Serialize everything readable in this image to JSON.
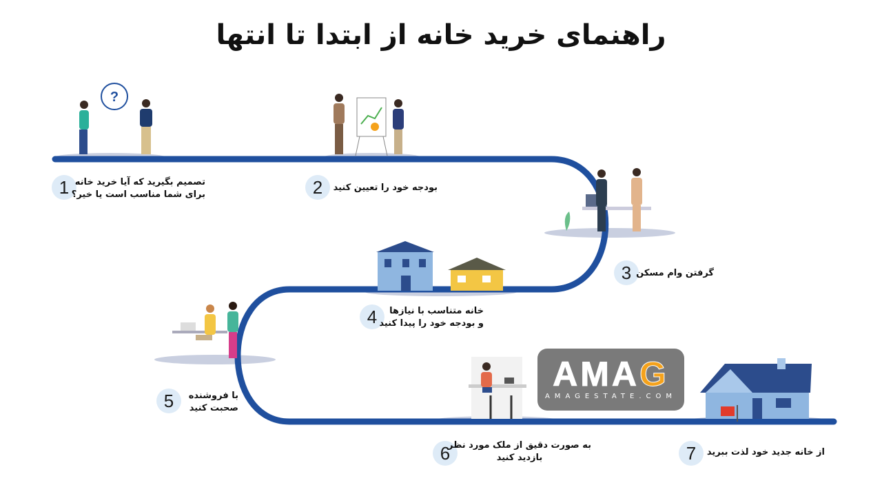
{
  "title": "راهنمای خرید خانه از ابتدا تا انتها",
  "colors": {
    "path": "#1f4f9e",
    "badge": "#deebf7",
    "logo_bg": "#7a7a7a",
    "logo_accent": "#f5a21b"
  },
  "steps": [
    {
      "number": "1",
      "line1": "تصمیم بگیرید که آیا خرید خانه",
      "line2": "برای شما مناسب است یا خیر؟"
    },
    {
      "number": "2",
      "line1": "بودجه خود را تعیین کنید",
      "line2": ""
    },
    {
      "number": "3",
      "line1": "گرفتن وام مسکن",
      "line2": ""
    },
    {
      "number": "4",
      "line1": "خانه متناسب با نیازها",
      "line2": "و بودجه خود را پیدا کنید"
    },
    {
      "number": "5",
      "line1": "با فروشنده",
      "line2": "صحبت کنید"
    },
    {
      "number": "6",
      "line1": "به صورت دقیق از ملک مورد نظر",
      "line2": "بازدید کنید"
    },
    {
      "number": "7",
      "line1": "از خانه جدید خود لذت ببرید",
      "line2": ""
    }
  ],
  "logo": {
    "mark": "AMAG",
    "text": "AMAGESTATE.COM"
  },
  "question_mark": "?"
}
